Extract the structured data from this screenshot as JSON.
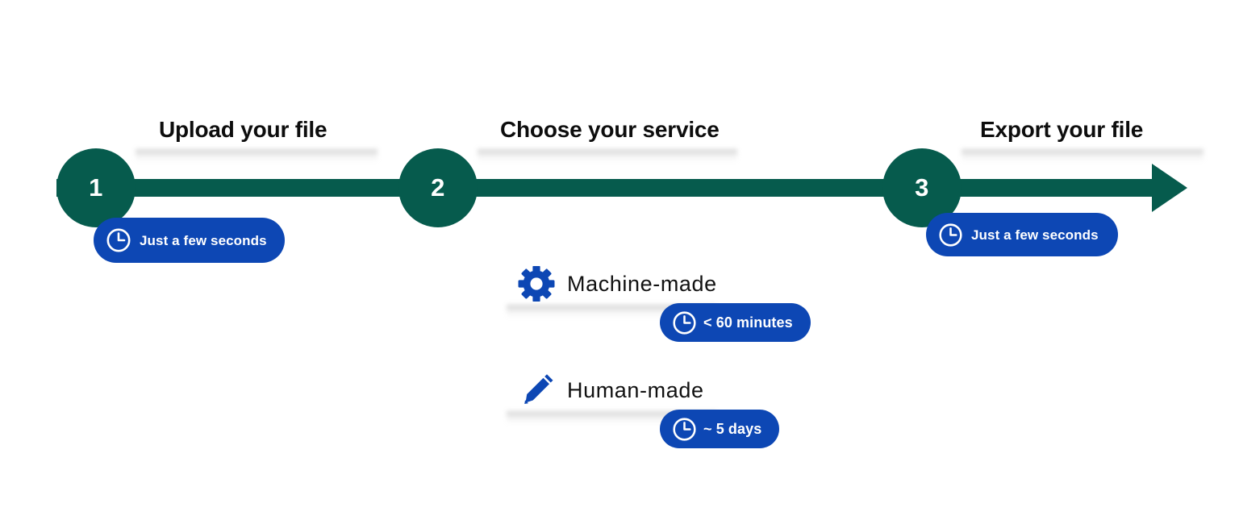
{
  "colors": {
    "green": "#065b4d",
    "blue": "#0d47b4",
    "text": "#0d0d0d",
    "background": "#ffffff"
  },
  "diagram": {
    "type": "process-timeline",
    "orientation": "horizontal-left-to-right",
    "step_count": 3
  },
  "steps": [
    {
      "number": "1",
      "title": "Upload your file",
      "duration": "Just a few seconds",
      "duration_icon": "clock-icon"
    },
    {
      "number": "2",
      "title": "Choose your service",
      "duration": null,
      "duration_icon": null
    },
    {
      "number": "3",
      "title": "Export your file",
      "duration": "Just a few seconds",
      "duration_icon": "clock-icon"
    }
  ],
  "services": [
    {
      "name": "Machine-made",
      "icon": "gear-icon",
      "duration": "< 60 minutes",
      "duration_icon": "clock-icon"
    },
    {
      "name": "Human-made",
      "icon": "pencil-icon",
      "duration": "~ 5 days",
      "duration_icon": "clock-icon"
    }
  ]
}
